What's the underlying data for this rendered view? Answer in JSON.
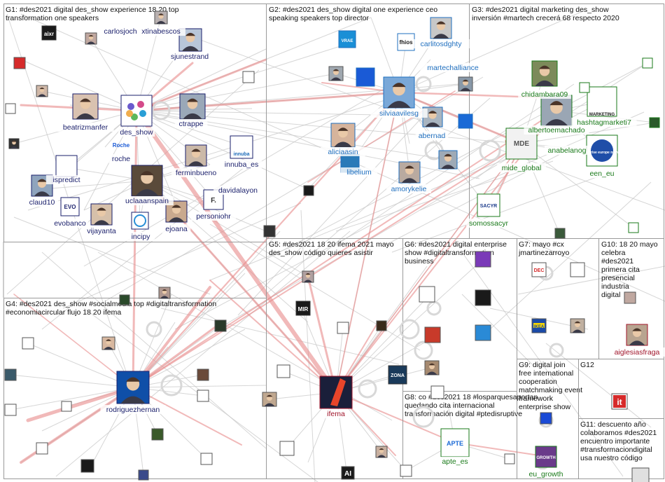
{
  "colors": {
    "edge_gray": "#c8c8c8",
    "edge_red": "#e88a8a",
    "arrow_red": "#ea6a6a",
    "panel_border": "#9a9a9a",
    "label_navy": "#1a1f6b",
    "label_blue": "#1f6fbf",
    "label_green": "#1a7a1a",
    "label_darkred": "#a0142a"
  },
  "groups": [
    {
      "id": "G1",
      "text": "G1: #des2021 digital des_show experience 18 20 top transformation one speakers"
    },
    {
      "id": "G2",
      "text": "G2: #des2021 des_show digital one experience ceo speaking speakers top director"
    },
    {
      "id": "G3",
      "text": "G3: #des2021 digital marketing des_show inversión #martech crecerá 68 respecto 2020"
    },
    {
      "id": "G4",
      "text": "G4: #des2021 des_show #socialmedia top #digitaltransformation #economiacircular flujo 18 20 ifema"
    },
    {
      "id": "G5",
      "text": "G5: #des2021 18 20 ifema 2021 mayo des_show código quieres asistir"
    },
    {
      "id": "G6",
      "text": "G6: #des2021 digital enterprise show #digitaltransformation business"
    },
    {
      "id": "G7",
      "text": "G7: mayo #cx jmartinezarroyo"
    },
    {
      "id": "G8",
      "text": "G8: co #des2021 18 #losparquesaportan quedando cita internacional transformación digital #ptedisruptive"
    },
    {
      "id": "G9",
      "text": "G9: digital join free international cooperation matchmaking event framework enterprise show"
    },
    {
      "id": "G10",
      "text": "G10: 18 20 mayo celebra #des2021 primera cita presencial industria digital"
    },
    {
      "id": "G11",
      "text": "G11: descuento año colaboramos #des2021 encuentro importante #transformaciondigital usa nuestro código"
    },
    {
      "id": "G12",
      "text": "G12"
    }
  ],
  "nodes": [
    {
      "label": "carlosjoch",
      "color": "navy"
    },
    {
      "label": "xtinabescos",
      "color": "navy"
    },
    {
      "label": "sjunestrand",
      "color": "navy"
    },
    {
      "label": "beatrizmanfer",
      "color": "navy"
    },
    {
      "label": "des_show",
      "color": "navy"
    },
    {
      "label": "ctrappe",
      "color": "navy"
    },
    {
      "label": "roche",
      "color": "navy"
    },
    {
      "label": "ispredict",
      "color": "navy"
    },
    {
      "label": "claud10",
      "color": "navy"
    },
    {
      "label": "uclaaanspain",
      "color": "navy"
    },
    {
      "label": "ferminbueno",
      "color": "navy"
    },
    {
      "label": "innuba_es",
      "color": "navy"
    },
    {
      "label": "davidalayon",
      "color": "navy"
    },
    {
      "label": "evobanco",
      "color": "navy"
    },
    {
      "label": "vijayanta",
      "color": "navy"
    },
    {
      "label": "incipy",
      "color": "navy"
    },
    {
      "label": "ejoana",
      "color": "navy"
    },
    {
      "label": "personiohr",
      "color": "navy"
    },
    {
      "label": "carlitosdghty",
      "color": "blue"
    },
    {
      "label": "martechalliance",
      "color": "blue"
    },
    {
      "label": "silviaavilesg",
      "color": "blue"
    },
    {
      "label": "abernad",
      "color": "blue"
    },
    {
      "label": "aliciaasin",
      "color": "blue"
    },
    {
      "label": "libelium",
      "color": "blue"
    },
    {
      "label": "amorykelie",
      "color": "blue"
    },
    {
      "label": "chidambara09",
      "color": "green"
    },
    {
      "label": "albertoemachado",
      "color": "green"
    },
    {
      "label": "hashtagmarketi7",
      "color": "green"
    },
    {
      "label": "anabelanog",
      "color": "green"
    },
    {
      "label": "mide_global",
      "color": "green"
    },
    {
      "label": "een_eu",
      "color": "green"
    },
    {
      "label": "somossacyr",
      "color": "green"
    },
    {
      "label": "rodriguezhernan",
      "color": "navy"
    },
    {
      "label": "ifema",
      "color": "darkred"
    },
    {
      "label": "apte_es",
      "color": "green"
    },
    {
      "label": "eu_growth",
      "color": "green"
    },
    {
      "label": "aiglesiasfraga",
      "color": "darkred"
    }
  ],
  "logos": [
    {
      "text": "aixr"
    },
    {
      "text": "Roche"
    },
    {
      "text": "innuba"
    },
    {
      "text": "EVO"
    },
    {
      "text": "F."
    },
    {
      "text": "fhios"
    },
    {
      "text": "VRAE"
    },
    {
      "text": "MIR"
    },
    {
      "text": "MDE"
    },
    {
      "text": "SACYR"
    },
    {
      "text": "MARKETING"
    },
    {
      "text": "enterprise europe network"
    },
    {
      "text": "DEC"
    },
    {
      "text": "IKEA"
    },
    {
      "text": "it"
    },
    {
      "text": "APTE"
    },
    {
      "text": "AI"
    },
    {
      "text": "ZONA"
    },
    {
      "text": "GROWTH"
    }
  ]
}
